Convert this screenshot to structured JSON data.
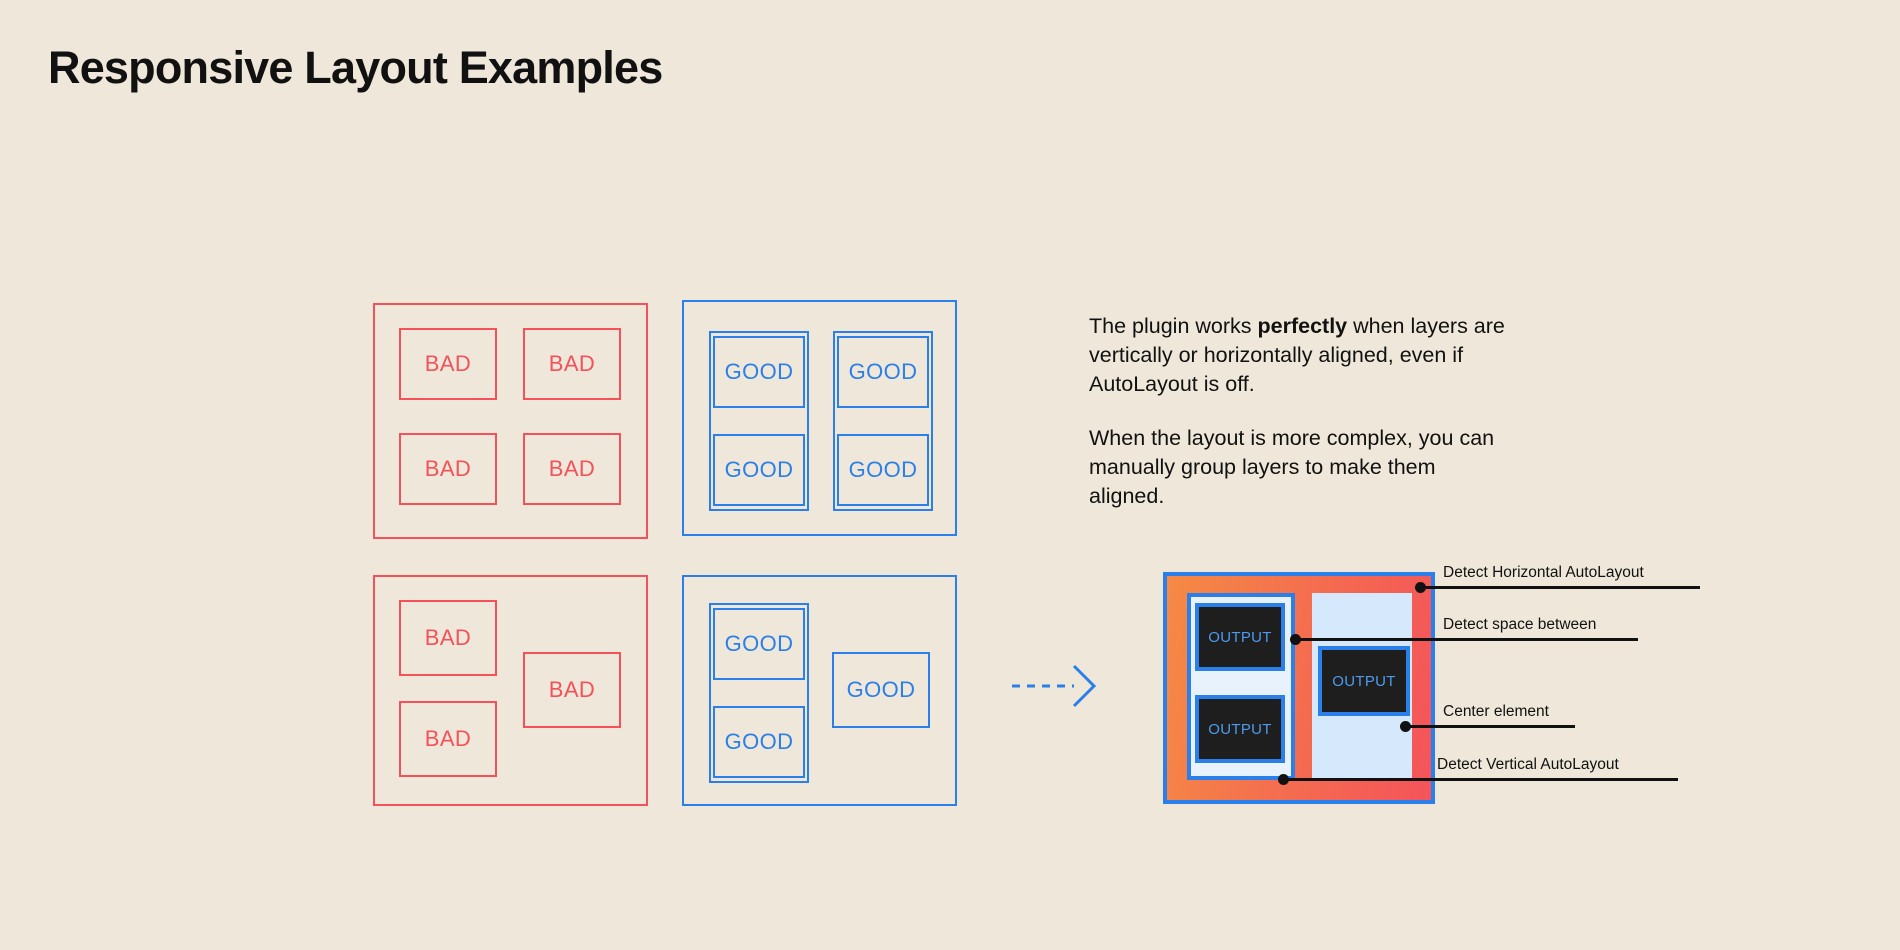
{
  "page": {
    "title": "Responsive Layout Examples",
    "background_color": "#EFE8DA"
  },
  "colors": {
    "bad": "#F4515A",
    "good": "#2B7FE8",
    "text": "#111111",
    "output_text": "#4D9BF0",
    "output_fill": "#1E1E1E",
    "light_blue_panel": "#D6E8FB",
    "gradient_start": "#F58A45",
    "gradient_end": "#F4535A"
  },
  "examples": {
    "bad_label": "BAD",
    "good_label": "GOOD",
    "grid_bad": {
      "name": "bad-grid-example",
      "cells": [
        "BAD",
        "BAD",
        "BAD",
        "BAD"
      ]
    },
    "grid_good": {
      "name": "good-grid-example",
      "cells": [
        "GOOD",
        "GOOD",
        "GOOD",
        "GOOD"
      ]
    },
    "complex_bad": {
      "name": "bad-complex-example",
      "cells": [
        "BAD",
        "BAD",
        "BAD"
      ]
    },
    "complex_good": {
      "name": "good-complex-example",
      "cells": [
        "GOOD",
        "GOOD",
        "GOOD"
      ]
    }
  },
  "copy": {
    "paragraph_1": {
      "part_1": "The plugin works ",
      "emphasis": "perfectly",
      "part_2": " when layers are vertically or horizontally aligned, even if AutoLayout is off."
    },
    "paragraph_2": "When the layout is more complex, you can manually group layers to make them aligned."
  },
  "arrow": {
    "icon": "dashed-arrow-right-icon",
    "color": "#2B7FE8"
  },
  "detail_diagram": {
    "name": "autolayout-detection-diagram",
    "output_label": "OUTPUT",
    "outputs": [
      "OUTPUT",
      "OUTPUT",
      "OUTPUT"
    ],
    "callouts": [
      {
        "label": "Detect Horizontal AutoLayout"
      },
      {
        "label": "Detect space between"
      },
      {
        "label": "Center element"
      },
      {
        "label": "Detect Vertical AutoLayout"
      }
    ]
  }
}
